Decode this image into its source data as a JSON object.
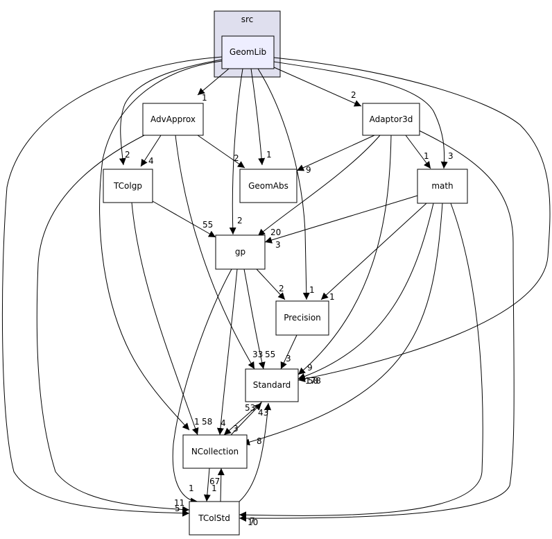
{
  "cluster": {
    "label": "src"
  },
  "nodes": {
    "geomlib": "GeomLib",
    "advapprox": "AdvApprox",
    "adaptor3d": "Adaptor3d",
    "tcolgp": "TColgp",
    "geomabs": "GeomAbs",
    "math": "math",
    "gp": "gp",
    "precision": "Precision",
    "standard": "Standard",
    "ncollection": "NCollection",
    "tcolstd": "TColStd"
  },
  "edges": {
    "geomlib_advapprox": "1",
    "geomlib_adaptor3d": "2",
    "geomlib_tcolgp": "2",
    "geomlib_geomabs": "1",
    "geomlib_gp": "2",
    "geomlib_precision": "1",
    "geomlib_math": "3",
    "geomlib_standard": "178",
    "geomlib_ncollection": "1",
    "geomlib_tcolstd": "5",
    "advapprox_tcolgp": "4",
    "advapprox_geomabs": "2",
    "advapprox_standard": "33",
    "advapprox_tcolstd": "11",
    "adaptor3d_geomabs": "9",
    "adaptor3d_math": "1",
    "adaptor3d_gp": "20",
    "adaptor3d_standard": "9",
    "adaptor3d_tcolstd": "10",
    "tcolgp_gp": "55",
    "tcolgp_ncollection": "58",
    "math_gp": "3",
    "math_precision": "1",
    "math_standard": "58",
    "math_ncollection": "8",
    "math_tcolstd": "7",
    "gp_precision": "2",
    "gp_standard": "55",
    "gp_ncollection": "4",
    "gp_tcolstd": "1",
    "precision_standard": "3",
    "standard_ncollection": "3",
    "ncollection_standard": "53",
    "ncollection_tcolstd": "1",
    "tcolstd_ncollection": "67",
    "tcolstd_standard": "43"
  }
}
